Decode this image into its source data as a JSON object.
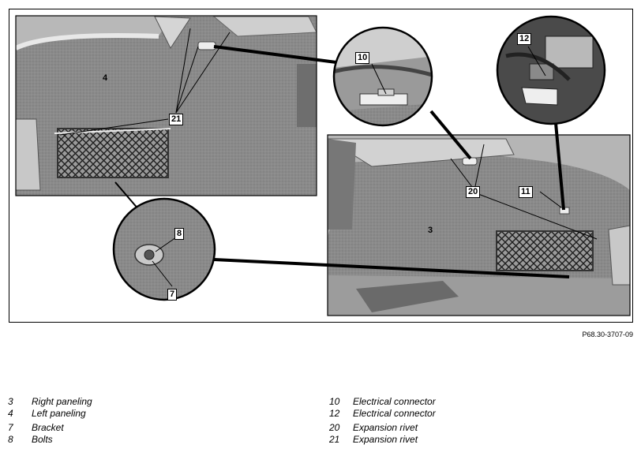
{
  "figure": {
    "code": "P68.30-3707-09",
    "callouts": {
      "c3": "3",
      "c4": "4",
      "c7": "7",
      "c8": "8",
      "c10": "10",
      "c11": "11",
      "c12": "12",
      "c20": "20",
      "c21": "21"
    }
  },
  "legend": {
    "left": [
      {
        "num": "3",
        "label": "Right paneling"
      },
      {
        "num": "4",
        "label": "Left paneling"
      },
      {
        "num": "7",
        "label": "Bracket"
      },
      {
        "num": "8",
        "label": "Bolts"
      }
    ],
    "right": [
      {
        "num": "10",
        "label": "Electrical connector"
      },
      {
        "num": "12",
        "label": "Electrical connector"
      },
      {
        "num": "20",
        "label": "Expansion rivet"
      },
      {
        "num": "21",
        "label": "Expansion rivet"
      }
    ]
  }
}
